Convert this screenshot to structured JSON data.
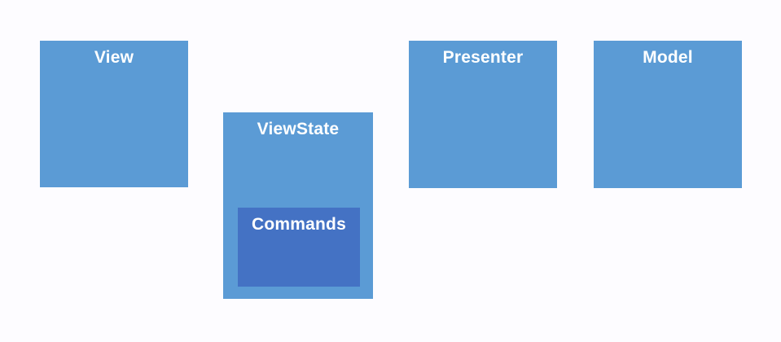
{
  "diagram": {
    "title": "",
    "background_color": "#FDFCFF",
    "outer_box_color": "#5B9BD5",
    "inner_box_color": "#4472C4",
    "label_color": "#FFFFFF",
    "boxes": {
      "view": {
        "label": "View"
      },
      "viewstate": {
        "label": "ViewState"
      },
      "commands": {
        "label": "Commands",
        "parent": "ViewState"
      },
      "presenter": {
        "label": "Presenter"
      },
      "model": {
        "label": "Model"
      }
    }
  }
}
